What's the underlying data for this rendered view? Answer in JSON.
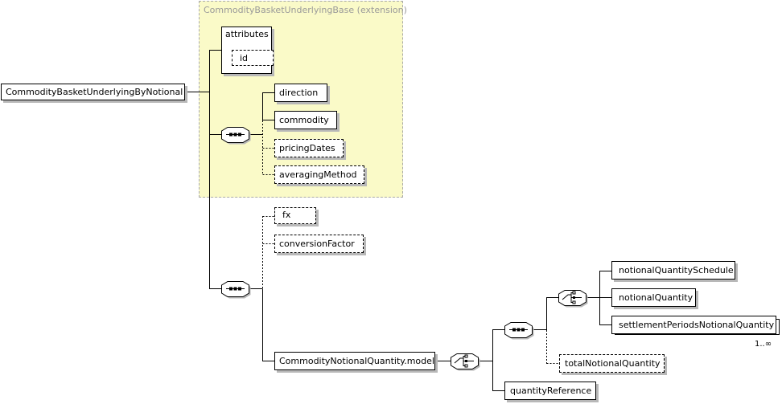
{
  "extension": {
    "title": "CommodityBasketUnderlyingBase (extension)"
  },
  "root": {
    "label": "CommodityBasketUnderlyingByNotional"
  },
  "attributes": {
    "label": "attributes",
    "id_label": "id"
  },
  "base_sequence": {
    "elements": [
      "direction",
      "commodity",
      "pricingDates",
      "averagingMethod"
    ]
  },
  "ext_sequence": {
    "elements": [
      "fx",
      "conversionFactor",
      "CommodityNotionalQuantity.model"
    ]
  },
  "model": {
    "choice_items": [
      "notionalQuantitySchedule",
      "notionalQuantity",
      "settlementPeriodsNotionalQuantity"
    ],
    "settlement_multiplicity": "1..∞",
    "total": "totalNotionalQuantity",
    "reference": "quantityReference"
  }
}
